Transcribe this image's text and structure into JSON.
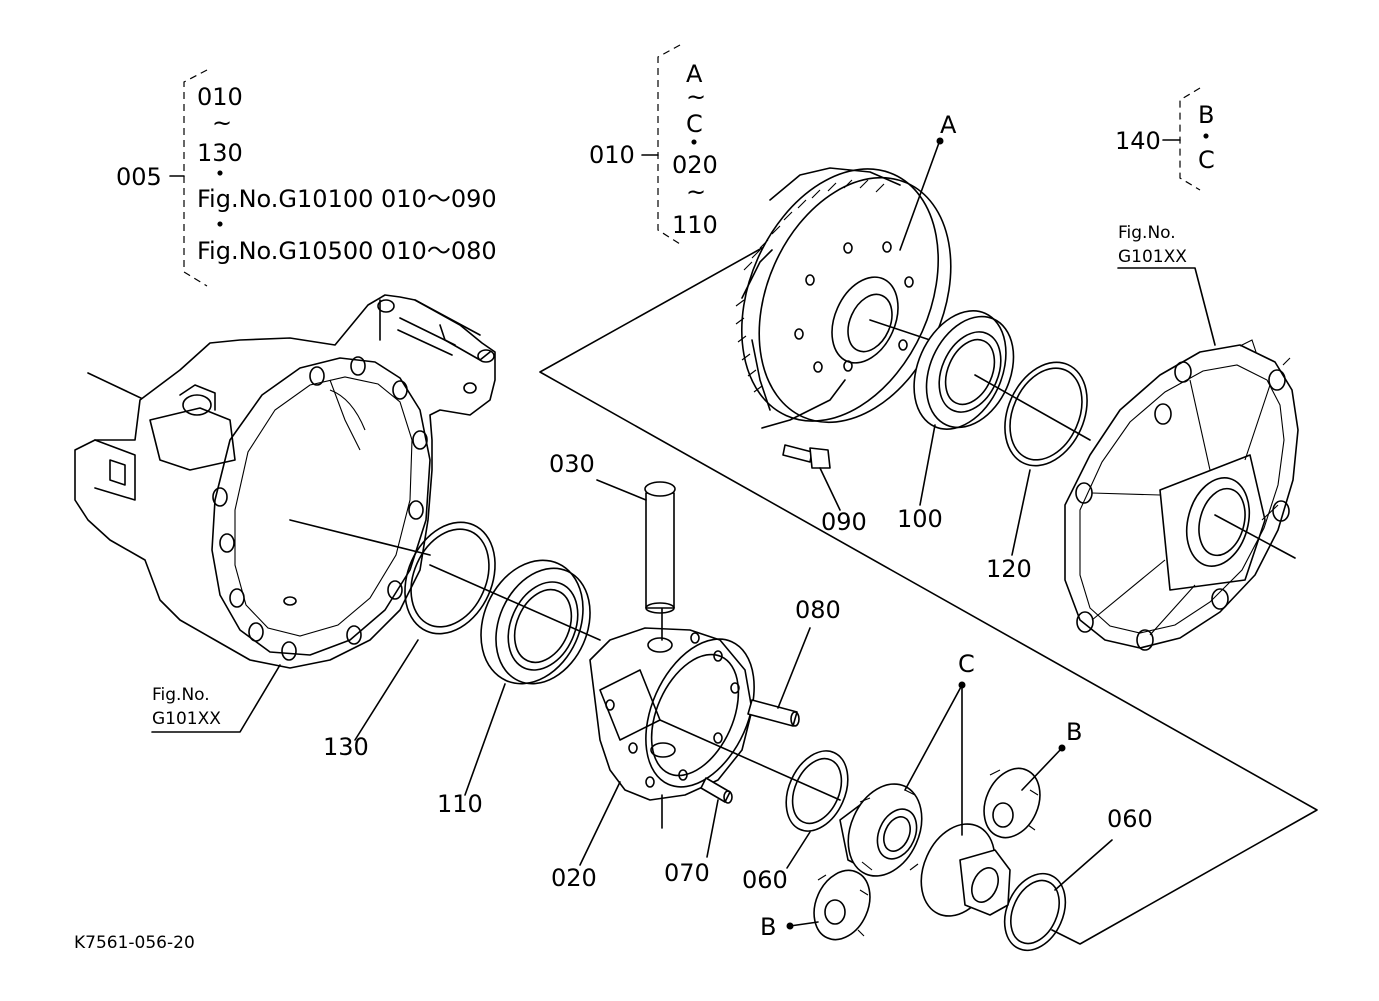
{
  "legend_005": {
    "code": "005",
    "line1": "010",
    "tilde": "~",
    "line2": "130",
    "dot": "・",
    "line3": "Fig.No.G10100  010～090",
    "line4": "Fig.No.G10500  010～080"
  },
  "legend_010": {
    "code": "010",
    "a": "A",
    "tilde": "~",
    "c": "C",
    "dot": "・",
    "p020": "020",
    "p110": "110"
  },
  "legend_140": {
    "code": "140",
    "b": "B",
    "dot": "・",
    "c": "C"
  },
  "fig_ref_left": {
    "line1": "Fig.No.",
    "line2": "G101XX"
  },
  "fig_ref_right": {
    "line1": "Fig.No.",
    "line2": "G101XX"
  },
  "callouts": {
    "a": "A",
    "b_upper": "B",
    "b_lower": "B",
    "c": "C",
    "p020": "020",
    "p030": "030",
    "p060_left": "060",
    "p060_right": "060",
    "p070": "070",
    "p080": "080",
    "p090": "090",
    "p100": "100",
    "p110": "110",
    "p120": "120",
    "p130": "130"
  },
  "drawing_number": "K7561-056-20"
}
